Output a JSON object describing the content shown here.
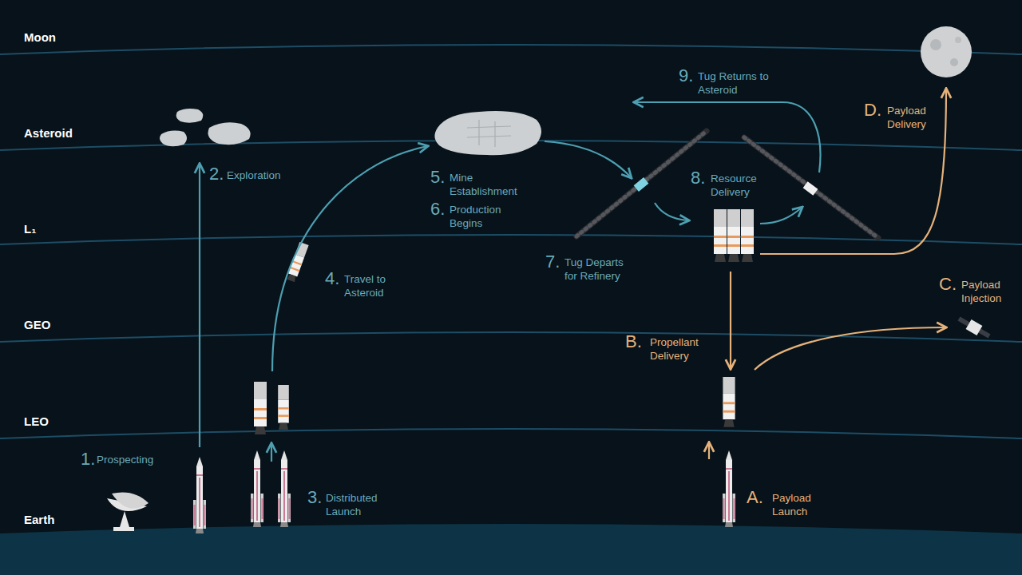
{
  "diagram": {
    "labels": [
      "Moon",
      "Asteroid",
      "L₁",
      "GEO",
      "LEO",
      "Earth",
      "1.",
      "Prospecting",
      "2.",
      "Exploration",
      "3.",
      "Distributed Launch",
      "4.",
      "Travel to Asteroid",
      "5.",
      "Mine Establishment",
      "6.",
      "Production Begins",
      "7.",
      "Tug Departs for Refinery",
      "8.",
      "Resource Delivery",
      "9.",
      "Tug Returns to Asteroid",
      "A.",
      "Payload Launch",
      "B.",
      "Propellant Delivery",
      "C.",
      "Payload Injection",
      "D.",
      "Payload Delivery"
    ]
  }
}
